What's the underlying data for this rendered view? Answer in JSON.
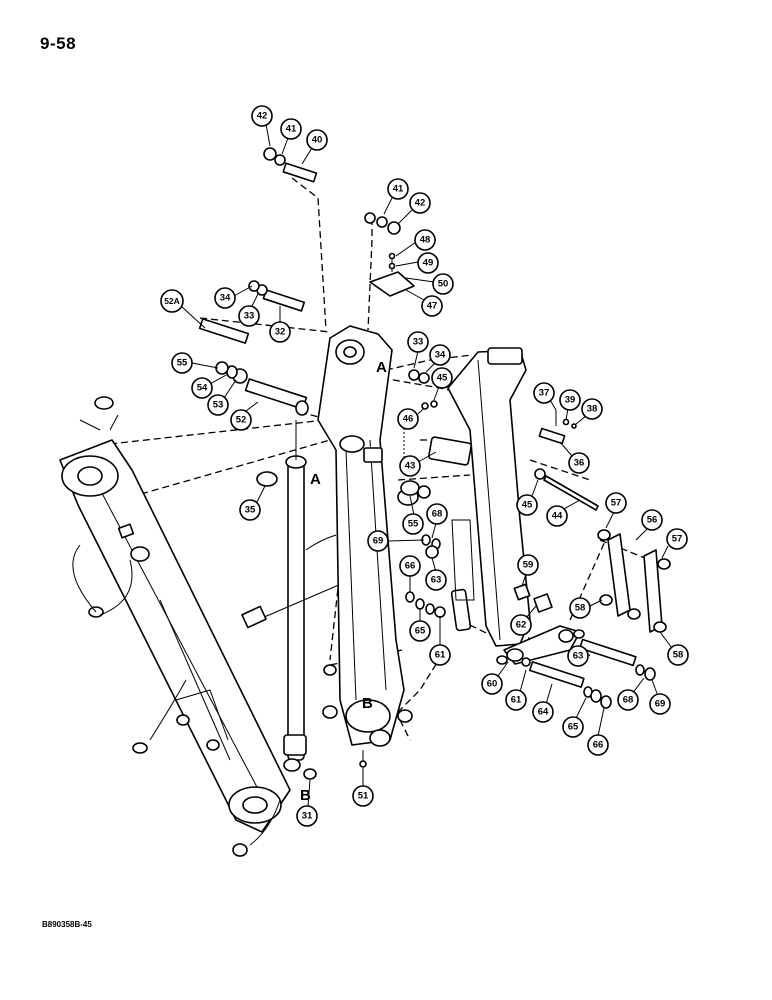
{
  "page_number": "9-58",
  "figure_code": "B890358B-45",
  "reference_letters": [
    "A",
    "B"
  ],
  "callouts": [
    "42",
    "41",
    "40",
    "41",
    "42",
    "48",
    "49",
    "50",
    "47",
    "52A",
    "34",
    "33",
    "32",
    "55",
    "54",
    "53",
    "52",
    "33",
    "34",
    "45",
    "46",
    "37",
    "39",
    "38",
    "36",
    "43",
    "35",
    "55",
    "68",
    "69",
    "63",
    "66",
    "65",
    "61",
    "45",
    "44",
    "57",
    "56",
    "57",
    "59",
    "58",
    "62",
    "58",
    "60",
    "63",
    "61",
    "64",
    "65",
    "66",
    "68",
    "69",
    "51",
    "31"
  ]
}
